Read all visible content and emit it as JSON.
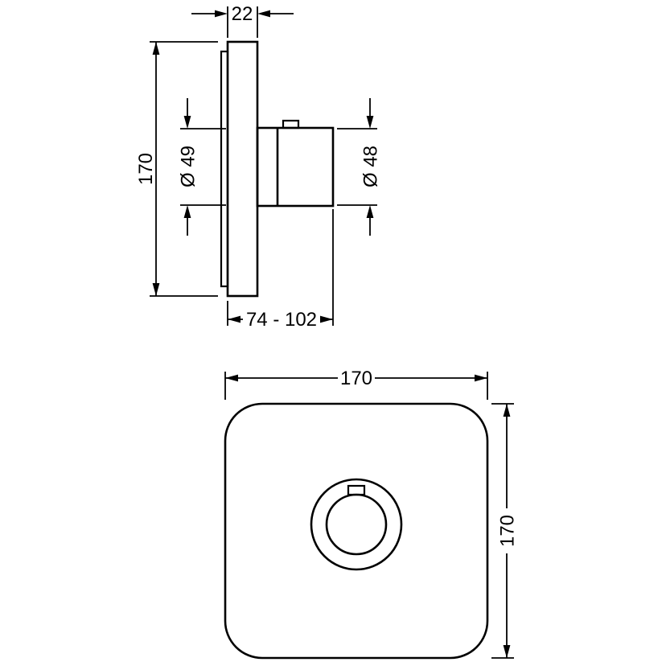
{
  "page": {
    "background_color": "#ffffff"
  },
  "drawing": {
    "line_color": "#000000",
    "side_view": {
      "dim_plate_thickness": "22",
      "dim_plate_height": "170",
      "dim_hole_diameter": "Ø 49",
      "dim_handle_diameter": "Ø 48",
      "dim_installation_depth": "74 - 102"
    },
    "front_view": {
      "dim_width": "170",
      "dim_height": "170"
    }
  }
}
